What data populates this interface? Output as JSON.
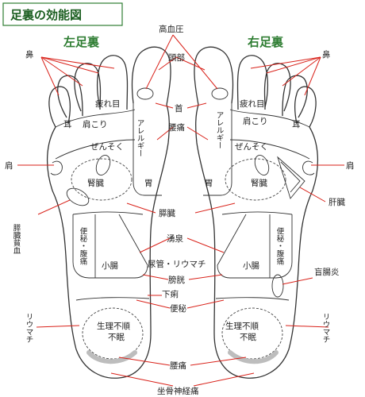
{
  "title": "足裏の効能図",
  "left_foot_label": "左足裏",
  "right_foot_label": "右足裏",
  "labels": {
    "nose": "鼻",
    "high_blood_pressure": "高血圧",
    "head": "頭部",
    "tired_eyes": "疲れ目",
    "neck": "首",
    "ear": "耳",
    "stiff_shoulder": "肩こり",
    "allergy": "アレルギー",
    "back_pain_upper": "腰痛",
    "asthma": "ぜんそく",
    "shoulder": "肩",
    "kidney": "腎臓",
    "stomach": "胃",
    "pancreas_anemia": "膵臓貧血",
    "liver": "肝臓",
    "pancreas": "膵臓",
    "yusen": "湧泉",
    "constipation_abdominal_pain": "便秘・腹痛",
    "small_intestine": "小腸",
    "ureter_rheumatism": "尿管・リウマチ",
    "appendicitis": "盲腸炎",
    "bladder": "膀胱",
    "diarrhea": "下痢",
    "constipation": "便秘",
    "rheumatism": "リウマチ",
    "menstrual_irregularity": "生理不順",
    "insomnia": "不眠",
    "lower_back_pain": "腰痛",
    "sciatica": "坐骨神経痛"
  }
}
